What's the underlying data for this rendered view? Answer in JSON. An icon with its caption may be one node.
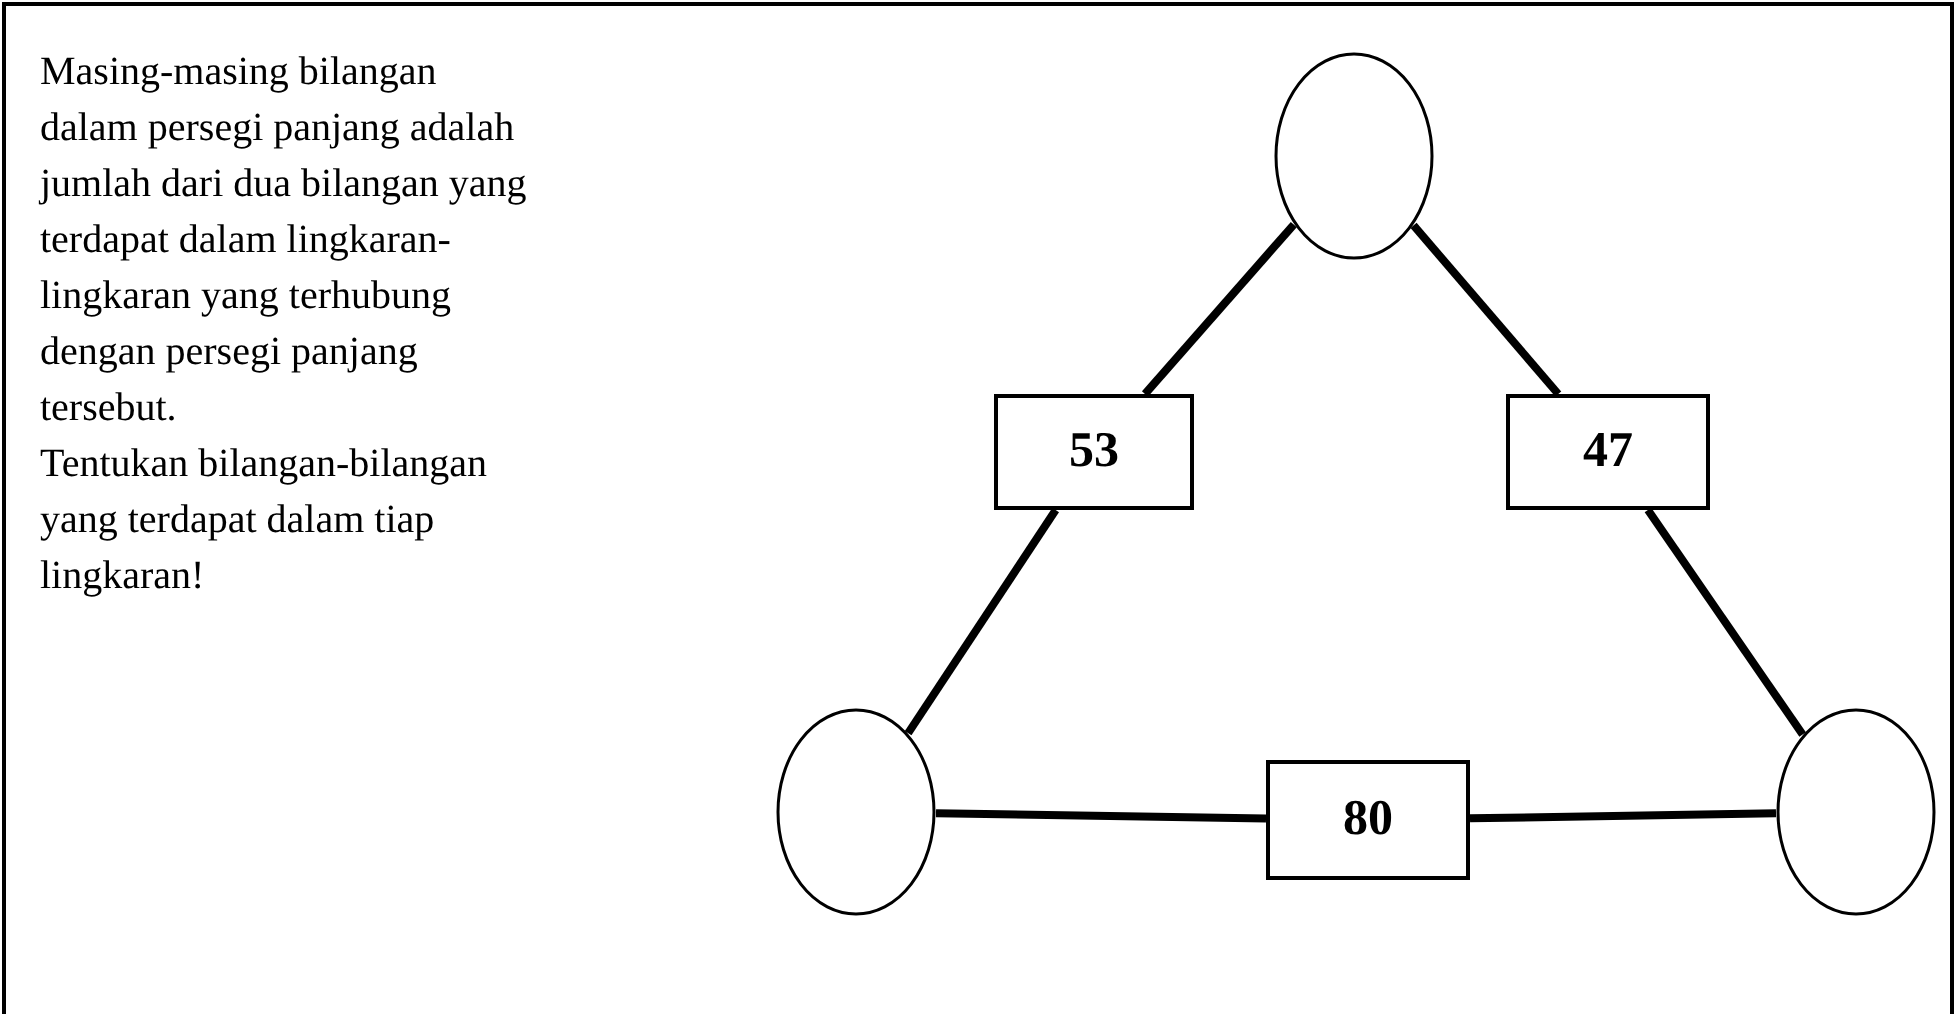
{
  "diagram": {
    "nodes": [
      {
        "text": [],
        "shape": "circle"
      },
      {
        "text": [
          "53"
        ]
      },
      {
        "text": [
          "47"
        ]
      },
      {
        "text": [],
        "shape": "circle"
      },
      {
        "text": [
          "80"
        ]
      },
      {
        "text": [],
        "shape": "circle"
      }
    ],
    "edges": [
      {
        "from": 0,
        "to": 1,
        "arrow": "none"
      },
      {
        "from": 1,
        "to": 3,
        "arrow": "none"
      },
      {
        "from": 0,
        "to": 2,
        "arrow": "none"
      },
      {
        "from": 2,
        "to": 5,
        "arrow": "none"
      },
      {
        "from": 3,
        "to": 4,
        "arrow": "none"
      },
      {
        "from": 4,
        "to": 5,
        "arrow": "none"
      }
    ],
    "labels": [
      "Masing-masing bilangan dalam persegi panjang adalah jumlah dari dua bilangan yang terdapat dalam lingkaran-lingkaran yang terhubung dengan persegi panjang tersebut.",
      "Tentukan bilangan-bilangan yang terdapat dalam tiap lingkaran!"
    ]
  }
}
